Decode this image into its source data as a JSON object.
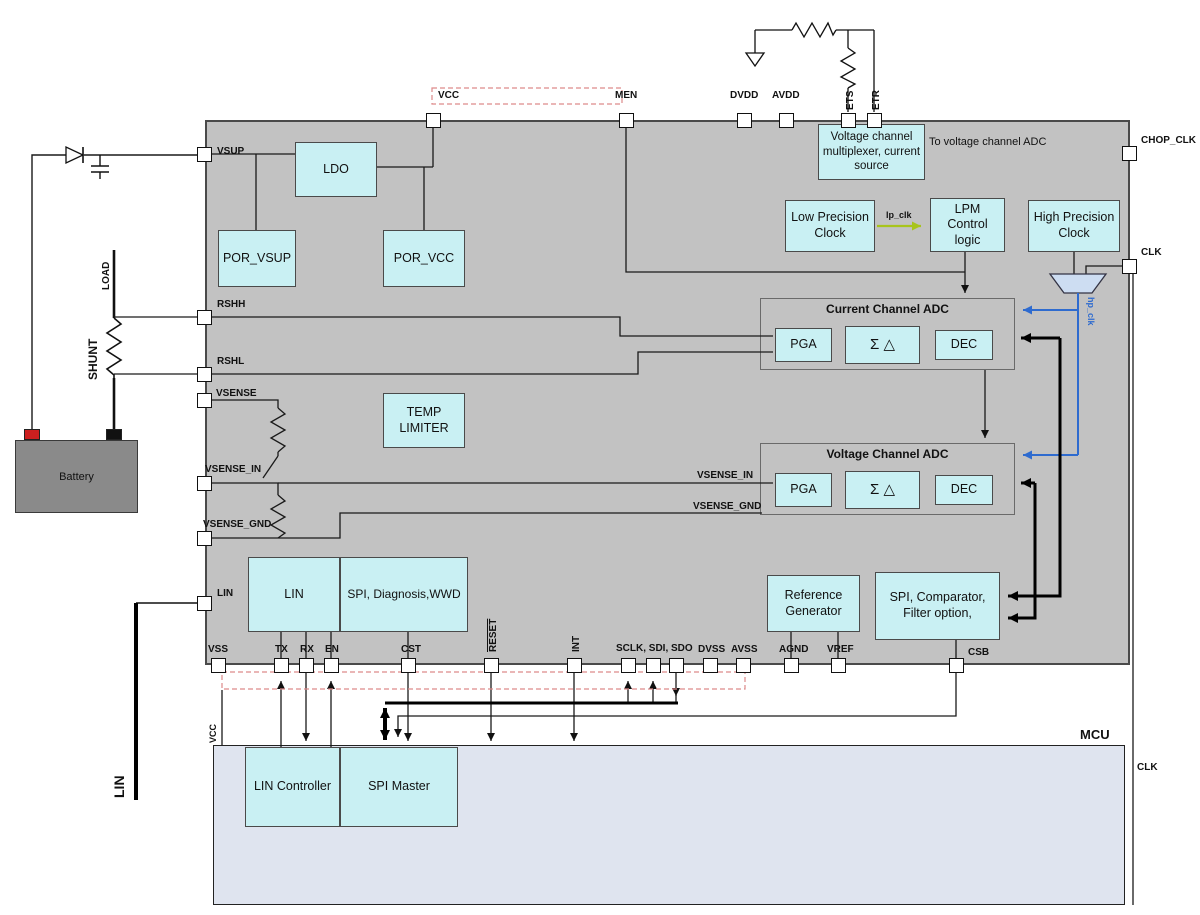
{
  "ic": {
    "pins": {
      "vcc": "VCC",
      "men": "MEN",
      "dvdd": "DVDD",
      "avdd": "AVDD",
      "ets": "ETS",
      "etr": "ETR",
      "chop_clk": "CHOP_CLK",
      "clk": "CLK",
      "vsup": "VSUP",
      "rshh": "RSHH",
      "rshl": "RSHL",
      "vsense": "VSENSE",
      "vsense_in": "VSENSE_IN",
      "vsense_gnd": "VSENSE_GND",
      "lin": "LIN",
      "vss": "VSS",
      "tx": "TX",
      "rx": "RX",
      "en": "EN",
      "cst": "CST",
      "reset": "RESET",
      "int": "INT",
      "sclk_sdi_sdo": "SCLK, SDI, SDO",
      "dvss": "DVSS",
      "avss": "AVSS",
      "agnd": "AGND",
      "vref": "VREF",
      "csb": "CSB"
    },
    "blocks": {
      "ldo": "LDO",
      "por_vsup": "POR_VSUP",
      "por_vcc": "POR_VCC",
      "vmux": "Voltage channel multiplexer, current source",
      "low_precision_clock": "Low Precision Clock",
      "lpm_control": "LPM Control logic",
      "high_precision_clock": "High Precision Clock",
      "temp_limiter": "TEMP LIMITER",
      "lin": "LIN",
      "spi_diagnosis": "SPI, Diagnosis,WWD",
      "reference_generator": "Reference Generator",
      "spi_comparator": "SPI, Comparator, Filter option,",
      "current_adc": {
        "title": "Current Channel ADC",
        "pga": "PGA",
        "sigma_delta": "Σ △",
        "dec": "DEC"
      },
      "voltage_adc": {
        "title": "Voltage Channel ADC",
        "pga": "PGA",
        "sigma_delta": "Σ △",
        "dec": "DEC"
      }
    },
    "signals": {
      "lp_clk": "lp_clk",
      "hp_clk": "hp_clk",
      "to_voltage_adc": "To voltage channel ADC",
      "vsense_in": "VSENSE_IN",
      "vsense_gnd": "VSENSE_GND"
    }
  },
  "external": {
    "battery": "Battery",
    "shunt": "SHUNT",
    "load": "LOAD",
    "lin_bus": "LIN",
    "vcc": "VCC",
    "clk": "CLK",
    "mcu": {
      "title": "MCU",
      "lin_controller": "LIN Controller",
      "spi_master": "SPI Master"
    }
  },
  "colors": {
    "block_fill": "#c9f0f3",
    "ic_fill": "#c2c2c2",
    "mcu_fill": "#dfe4ef",
    "battery_fill": "#8a8a8a",
    "hp_clk_blue": "#2e6bcf",
    "lp_clk_green": "#a8c41c",
    "dashed_red": "#dd8a8a",
    "terminal_red": "#cc1f1f",
    "terminal_black": "#111111"
  }
}
